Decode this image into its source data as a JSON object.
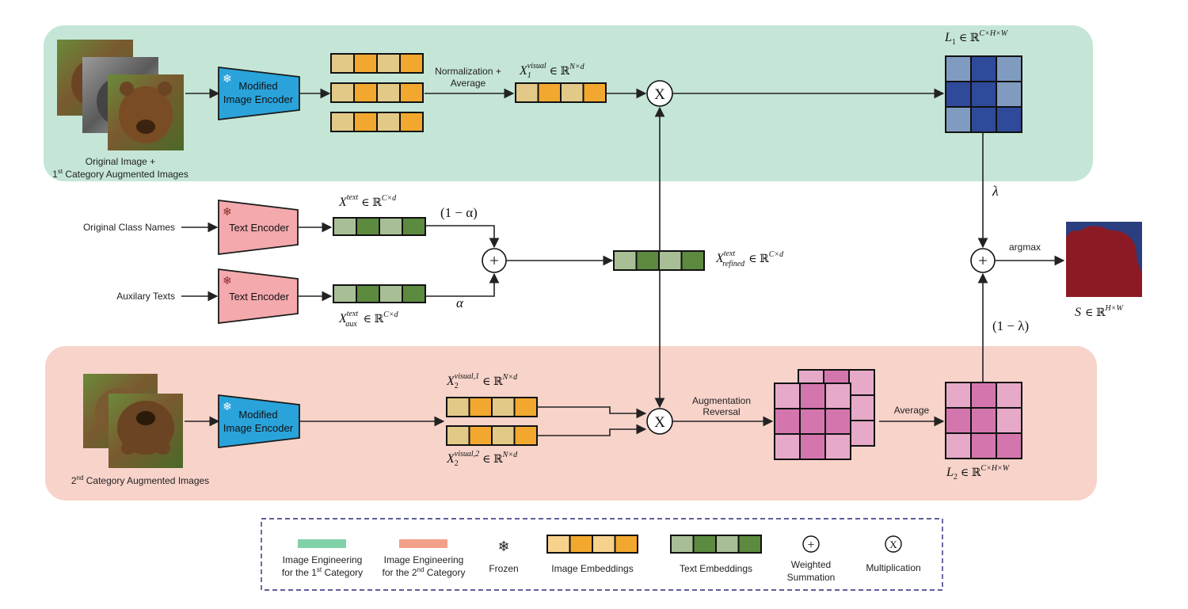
{
  "colors": {
    "green_band": "#c5e6d6",
    "pink_band": "#f7d3ca",
    "encoder_blue": "#2aa3db",
    "encoder_pink": "#f4a9ad",
    "img_emb_light": "#e2c987",
    "img_emb_dark": "#f2a82e",
    "txt_emb_light": "#a8bf95",
    "txt_emb_dark": "#5c8a3f",
    "grid_blue_light": "#7f9cc0",
    "grid_blue_dark": "#2f4a9a",
    "grid_pink_light": "#e6a9c8",
    "grid_pink_dark": "#d476ae",
    "seg_blue": "#2a3f7f",
    "seg_red": "#8c1a24"
  },
  "top": {
    "encoder_label": [
      "Modified",
      "Image Encoder"
    ],
    "caption": [
      "Original Image +",
      "1",
      "st",
      " Category Augmented Images"
    ],
    "norm_label": [
      "Normalization +",
      "Average"
    ],
    "x1_symbol": "X",
    "x1_sub": "1",
    "x1_sup": "visual",
    "x1_space": "∈ ℝ",
    "x1_dim": "N×d",
    "l1_symbol": "L",
    "l1_sub": "1",
    "l1_space": "∈ ℝ",
    "l1_dim": "C×H×W"
  },
  "middle": {
    "orig_names": "Original Class Names",
    "aux_texts": "Auxilary Texts",
    "text_encoder": "Text Encoder",
    "xtext_symbol": "X",
    "xtext_sup": "text",
    "xtext_space": "∈ ℝ",
    "xtext_dim": "C×d",
    "xaux_symbol": "X",
    "xaux_sup": "text",
    "xaux_sub": "aux",
    "xaux_space": "∈ ℝ",
    "xaux_dim": "C×d",
    "one_minus_alpha": "(1 − α)",
    "alpha": "α",
    "xref_symbol": "X",
    "xref_sup": "text",
    "xref_sub": "refined",
    "xref_space": "∈ ℝ",
    "xref_dim": "C×d",
    "lambda": "λ",
    "one_minus_lambda": "(1 − λ)",
    "argmax": "argmax",
    "s_symbol": "S",
    "s_space": "∈ ℝ",
    "s_dim": "H×W"
  },
  "bottom": {
    "encoder_label": [
      "Modified",
      "Image Encoder"
    ],
    "caption": [
      "2",
      "nd",
      " Category Augmented Images"
    ],
    "x21_symbol": "X",
    "x21_sub": "2",
    "x21_sup": "visual,1",
    "x21_space": "∈ ℝ",
    "x21_dim": "N×d",
    "x22_symbol": "X",
    "x22_sub": "2",
    "x22_sup": "visual,2",
    "x22_space": "∈ ℝ",
    "x22_dim": "N×d",
    "aug_rev": [
      "Augmentation",
      "Reversal"
    ],
    "average": "Average",
    "l2_symbol": "L",
    "l2_sub": "2",
    "l2_space": "∈ ℝ",
    "l2_dim": "C×H×W"
  },
  "ops": {
    "plus": "+",
    "times": "X"
  },
  "legend": {
    "ie1": [
      "Image Engineering",
      "for the 1",
      "st",
      " Category"
    ],
    "ie2": [
      "Image Engineering",
      "for the 2",
      "nd",
      " Category"
    ],
    "frozen": "Frozen",
    "frozen_icon": "snowflake-icon",
    "image_emb": "Image Embeddings",
    "text_emb": "Text Embeddings",
    "weighted": [
      "Weighted",
      "Summation"
    ],
    "mult": "Multiplication",
    "plus": "+",
    "times": "X"
  }
}
